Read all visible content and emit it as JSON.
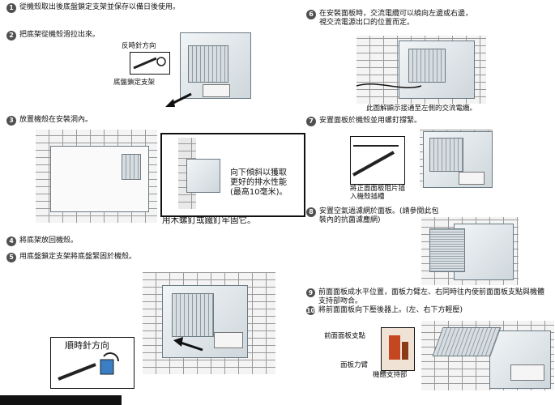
{
  "steps": {
    "s1": {
      "num": "1",
      "text": "從機殼取出後底盤鎖定支架並保存以備日後使用。"
    },
    "s2": {
      "num": "2",
      "text": "把底架從機殼滑拉出來。"
    },
    "s3": {
      "num": "3",
      "text": "放置機殼在安裝洞內。"
    },
    "s4": {
      "num": "4",
      "text": "將底架放回機殼。"
    },
    "s5": {
      "num": "5",
      "text": "用底盤鎖定支架將底盤緊固於機殼。"
    },
    "s6": {
      "num": "6",
      "text": "在安裝面板時，交流電纜可以繞向左邊或右邊，視交流電源出口的位置而定。"
    },
    "s7": {
      "num": "7",
      "text": "安置面板於機殼並用螺釘撐緊。"
    },
    "s8": {
      "num": "8",
      "text": "安置空氣過濾網於面板。(請參閱此包裝內的抗菌濾塵網)"
    },
    "s9": {
      "num": "9",
      "text": "前面面板成水平位置，面板力臂左、右同時往內使前面面板支點與機體支持部吻合。"
    },
    "s10": {
      "num": "10",
      "text": "將前面面板向下壓後器上。(左、右下方輕壓)"
    }
  },
  "labels": {
    "counterclockwise": "反時針方向",
    "base_lock_bracket": "底盤鎖定支架",
    "tilt_note": "向下傾斜以獲取更好的排水性能 (最高10毫米)。",
    "screw_note": "用木螺釘或鐵釘牢固它。",
    "clockwise": "順時針方向",
    "cable_note": "此圖解顯示接通至左側的交流電纜。",
    "insert_note": "將正面面板阻片插入機殼插槽",
    "front_panel_fulcrum": "前面面板支點",
    "panel_arm": "面板力臂",
    "body_support": "機體支持部"
  }
}
